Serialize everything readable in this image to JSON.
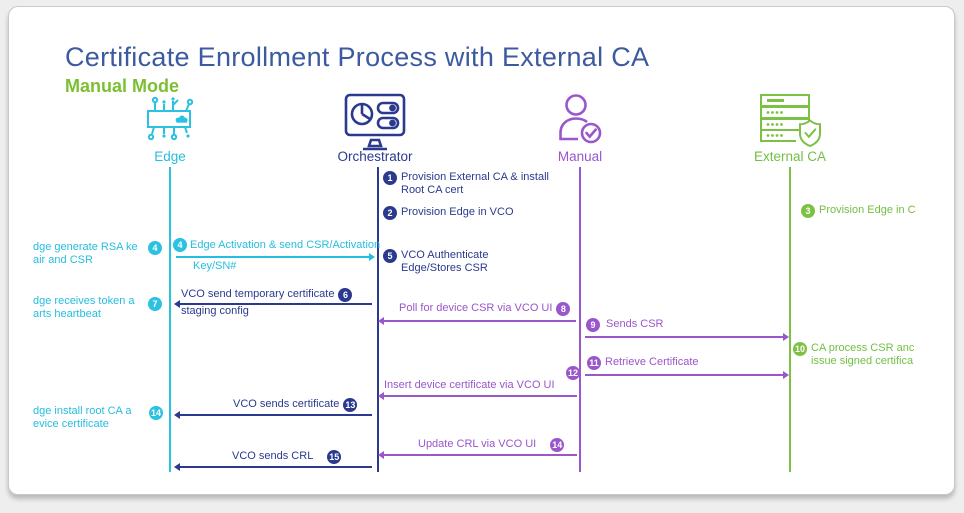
{
  "title": "Certificate Enrollment Process with External CA",
  "subtitle": "Manual Mode",
  "colors": {
    "edge_cyan": "#25bedf",
    "orchestrator_blue": "#2b3a8e",
    "manual_purple": "#9a56cb",
    "external_ca_green": "#72bf44",
    "title_blue": "#3b5aa0"
  },
  "actors": {
    "edge": "Edge",
    "orchestrator": "Orchestrator",
    "manual": "Manual",
    "external_ca": "External CA"
  },
  "steps": {
    "s1": {
      "num": "1",
      "line1": "Provision External CA & install",
      "line2": "Root CA cert"
    },
    "s2": {
      "num": "2",
      "text": "Provision Edge in VCO"
    },
    "s3": {
      "num": "3",
      "text": "Provision Edge in C"
    },
    "n4": {
      "num": "4",
      "line1": "dge generate RSA ke",
      "line2": "air and CSR"
    },
    "s4": {
      "num": "4",
      "line1": "Edge Activation & send CSR/Activation",
      "line2": "Key/SN#"
    },
    "s5": {
      "num": "5",
      "line1": "VCO Authenticate",
      "line2": "Edge/Stores CSR"
    },
    "s6": {
      "num": "6",
      "line1": "VCO send temporary certificate",
      "line2": "staging config"
    },
    "n7": {
      "num": "7",
      "line1": "dge receives token a",
      "line2": "arts heartbeat"
    },
    "s8": {
      "num": "8",
      "text": "Poll for device CSR via VCO UI"
    },
    "s9": {
      "num": "9",
      "text": "Sends CSR"
    },
    "n10": {
      "num": "10",
      "line1": "CA process CSR anc",
      "line2": "issue signed certifica"
    },
    "s11": {
      "num": "11",
      "text": "Retrieve Certificate"
    },
    "s12": {
      "num": "12",
      "text": "Insert device certificate via VCO UI"
    },
    "s13": {
      "num": "13",
      "text": "VCO sends certificate"
    },
    "n14": {
      "num": "14",
      "line1": "dge install root CA a",
      "line2": "evice certificate"
    },
    "s14": {
      "num": "14",
      "text": "Update CRL via VCO UI"
    },
    "s15": {
      "num": "15",
      "text": "VCO sends CRL"
    }
  }
}
